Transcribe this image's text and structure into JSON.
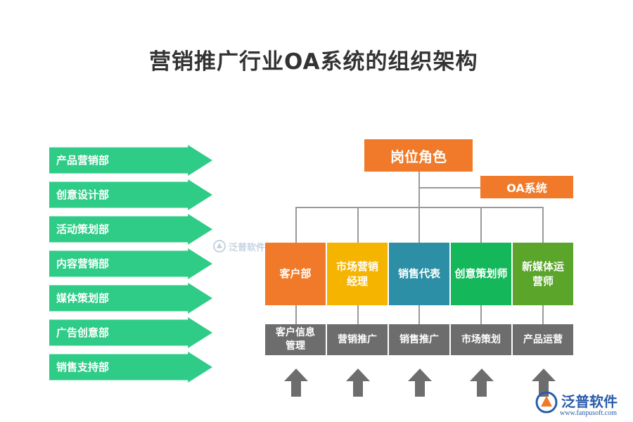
{
  "title": "营销推广行业OA系统的组织架构",
  "departments": [
    "产品营销部",
    "创意设计部",
    "活动策划部",
    "内容营销部",
    "媒体策划部",
    "广告创意部",
    "销售支持部"
  ],
  "org": {
    "role_label": "岗位角色",
    "oa_label": "OA系统",
    "positions": [
      {
        "label": "客户部",
        "color": "#f07a2a"
      },
      {
        "label": "市场营销\n经理",
        "color": "#f5b400"
      },
      {
        "label": "销售代表",
        "color": "#2d8fa6"
      },
      {
        "label": "创意策划师",
        "color": "#14b85a"
      },
      {
        "label": "新媒体运\n营师",
        "color": "#5aa52a"
      }
    ],
    "functions": [
      "客户信息\n管理",
      "营销推广",
      "销售推广",
      "市场策划",
      "产品运营"
    ]
  },
  "watermark": {
    "text": "泛普软件"
  },
  "brand": {
    "name": "泛普软件",
    "url": "www.fanpusoft.com",
    "accent": "#2a5caa"
  }
}
